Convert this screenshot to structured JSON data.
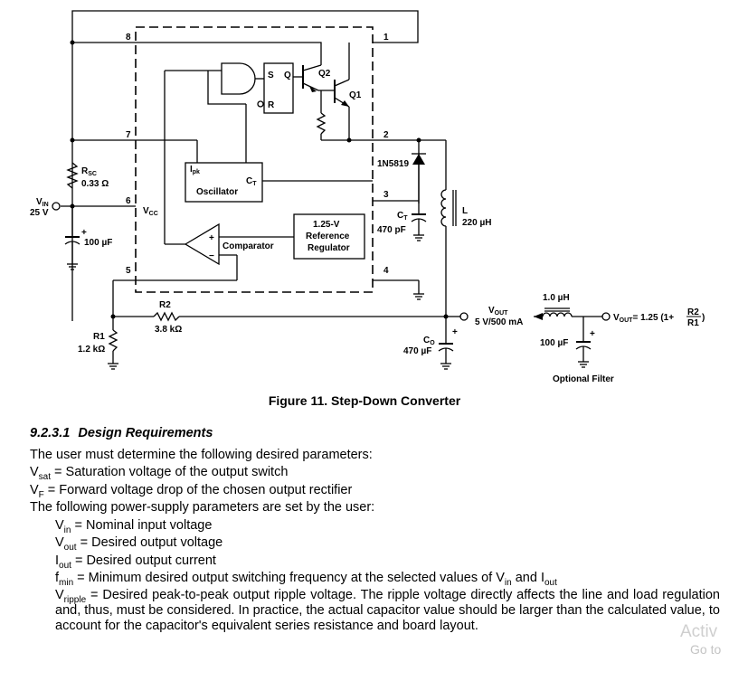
{
  "figure": {
    "pins": [
      "8",
      "1",
      "7",
      "2",
      "6",
      "3",
      "5",
      "4"
    ],
    "labels": {
      "rsc": "R",
      "rsc_sub": "SC",
      "rsc_value": "0.33 Ω",
      "vin": "V",
      "vin_sub": "IN",
      "vin_value": "25 V",
      "vcc": "V",
      "vcc_sub": "CC",
      "cin_plus": "+",
      "cin_value": "100 µF",
      "q2": "Q2",
      "q1": "Q1",
      "ff_s": "S",
      "ff_q": "Q",
      "ff_r": "R",
      "ipk": "I",
      "ipk_sub": "pk",
      "ct_pin": "C",
      "ct_pin_sub": "T",
      "oscillator": "Oscillator",
      "comparator": "Comparator",
      "comp_plus": "+",
      "comp_minus": "−",
      "ref_line1": "1.25-V",
      "ref_line2": "Reference",
      "ref_line3": "Regulator",
      "diode": "1N5819",
      "ct_cap": "C",
      "ct_cap_sub": "T",
      "ct_value": "470 pF",
      "inductor": "L",
      "inductor_value": "220 µH",
      "r2": "R2",
      "r2_value": "3.8 kΩ",
      "r1": "R1",
      "r1_value": "1.2 kΩ",
      "vout": "V",
      "vout_sub": "OUT",
      "vout_value": "5 V/500 mA",
      "co": "C",
      "co_sub": "O",
      "co_plus": "+",
      "co_value": "470 µF",
      "filter_l": "1.0 µH",
      "filter_c": "100 µF",
      "filter_plus": "+",
      "filter_vout": "V",
      "filter_vout_sub": "OUT",
      "filter_eq": "= 1.25 (1+",
      "filter_num": "R2",
      "filter_den": "R1",
      "filter_close": ")",
      "optional_filter": "Optional Filter"
    }
  },
  "caption": "Figure 11.  Step-Down Converter",
  "section": {
    "number": "9.2.3.1",
    "title": "Design Requirements"
  },
  "intro": "The user must determine the following desired parameters:",
  "params1": [
    {
      "sym": "V",
      "sub": "sat",
      "text": " = Saturation voltage of the output switch"
    },
    {
      "sym": "V",
      "sub": "F",
      "text": " = Forward voltage drop of the chosen output rectifier"
    }
  ],
  "intro2": "The following power-supply parameters are set by the user:",
  "params2": [
    {
      "sym": "V",
      "sub": "in",
      "text": " = Nominal input voltage"
    },
    {
      "sym": "V",
      "sub": "out",
      "text": " = Desired output voltage"
    },
    {
      "sym": "I",
      "sub": "out",
      "text": " = Desired output current"
    }
  ],
  "fmin": {
    "sym": "f",
    "sub": "min",
    "text": " = Minimum desired output switching frequency at the selected values of V",
    "sub2": "in",
    "mid": " and I",
    "sub3": "out"
  },
  "vripple": {
    "sym": "V",
    "sub": "ripple",
    "text": " = Desired peak-to-peak output ripple voltage. The ripple voltage directly affects the line and load regulation and, thus, must be considered. In practice, the actual capacitor value should be larger than the calculated value, to account for the capacitor's equivalent series resistance and board layout."
  },
  "watermark": {
    "line1": "Activ",
    "line2": "Go to"
  }
}
